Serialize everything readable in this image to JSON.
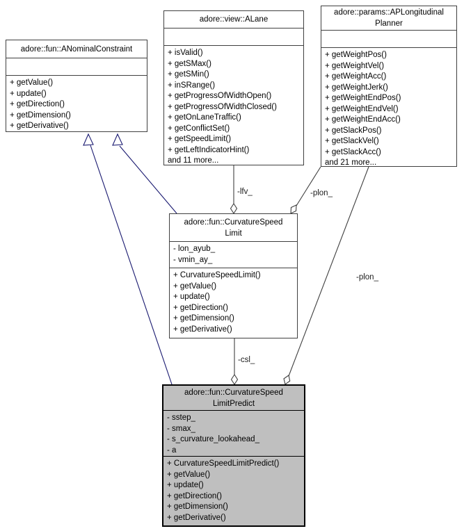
{
  "diagram": {
    "colors": {
      "inheritance_edge": "#191970",
      "member_edge": "#3f3f3f",
      "highlight_fill": "#bfbfbf",
      "box_fill": "#ffffff"
    },
    "classes": [
      {
        "id": "ANominalConstraint",
        "title_lines": [
          "adore::fun::ANominalConstraint"
        ],
        "attributes": [],
        "methods": [
          "+ getValue()",
          "+ update()",
          "+ getDirection()",
          "+ getDimension()",
          "+ getDerivative()"
        ]
      },
      {
        "id": "ALane",
        "title_lines": [
          "adore::view::ALane"
        ],
        "attributes": [],
        "methods": [
          "+ isValid()",
          "+ getSMax()",
          "+ getSMin()",
          "+ inSRange()",
          "+ getProgressOfWidthOpen()",
          "+ getProgressOfWidthClosed()",
          "+ getOnLaneTraffic()",
          "+ getConflictSet()",
          "+ getSpeedLimit()",
          "+ getLeftIndicatorHint()",
          "and 11 more..."
        ]
      },
      {
        "id": "APLongitudinalPlanner",
        "title_lines": [
          "adore::params::APLongitudinal",
          "Planner"
        ],
        "attributes": [],
        "methods": [
          "+ getWeightPos()",
          "+ getWeightVel()",
          "+ getWeightAcc()",
          "+ getWeightJerk()",
          "+ getWeightEndPos()",
          "+ getWeightEndVel()",
          "+ getWeightEndAcc()",
          "+ getSlackPos()",
          "+ getSlackVel()",
          "+ getSlackAcc()",
          "and 21 more..."
        ]
      },
      {
        "id": "CurvatureSpeedLimit",
        "title_lines": [
          "adore::fun::CurvatureSpeed",
          "Limit"
        ],
        "attributes": [
          "- lon_ayub_",
          "- vmin_ay_"
        ],
        "methods": [
          "+ CurvatureSpeedLimit()",
          "+ getValue()",
          "+ update()",
          "+ getDirection()",
          "+ getDimension()",
          "+ getDerivative()"
        ]
      },
      {
        "id": "CurvatureSpeedLimitPredict",
        "title_lines": [
          "adore::fun::CurvatureSpeed",
          "LimitPredict"
        ],
        "attributes": [
          "- sstep_",
          "- smax_",
          "- s_curvature_lookahead_",
          "- a"
        ],
        "methods": [
          "+ CurvatureSpeedLimitPredict()",
          "+ getValue()",
          "+ update()",
          "+ getDirection()",
          "+ getDimension()",
          "+ getDerivative()"
        ]
      }
    ],
    "edge_labels": {
      "lfv": "-lfv_",
      "plon_upper": "-plon_",
      "csl": "-csl_",
      "plon_lower": "-plon_"
    }
  }
}
